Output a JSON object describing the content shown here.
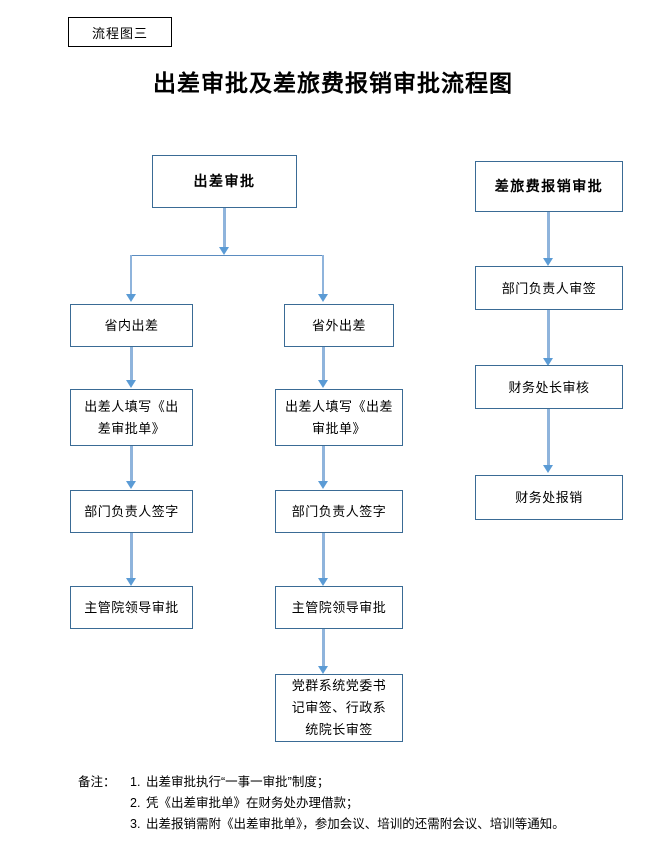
{
  "tag": {
    "label": "流程图三"
  },
  "title": "出差审批及差旅费报销审批流程图",
  "columns": {
    "travel_approval": {
      "header": "出差审批",
      "branch_left": {
        "nodes": [
          "省内出差",
          "出差人填写《出差审批单》",
          "部门负责人签字",
          "主管院领导审批"
        ]
      },
      "branch_right": {
        "nodes": [
          "省外出差",
          "出差人填写《出差审批单》",
          "部门负责人签字",
          "主管院领导审批",
          "党群系统党委书记审签、行政系统院长审签"
        ]
      }
    },
    "reimbursement_approval": {
      "header": "差旅费报销审批",
      "nodes": [
        "部门负责人审签",
        "财务处长审核",
        "财务处报销"
      ]
    }
  },
  "node_text": {
    "travel_in_province": "省内出差",
    "travel_out_province": "省外出差",
    "fill_form_left_line1": "出差人填写《出",
    "fill_form_left_line2": "差审批单》",
    "fill_form_right_line1": "出差人填写《出差",
    "fill_form_right_line2": "审批单》",
    "dept_head_sign_left": "部门负责人签字",
    "dept_head_sign_right": "部门负责人签字",
    "leader_approve_left": "主管院领导审批",
    "leader_approve_right": "主管院领导审批",
    "party_line1": "党群系统党委书",
    "party_line2": "记审签、行政系",
    "party_line3": "统院长审签",
    "dept_head_review": "部门负责人审签",
    "finance_director_review": "财务处长审核",
    "finance_reimburse": "财务处报销"
  },
  "notes": {
    "label": "备注：",
    "items": [
      {
        "num": "1.",
        "text": "出差审批执行“一事一审批”制度；"
      },
      {
        "num": "2.",
        "text": "凭《出差审批单》在财务处办理借款；"
      },
      {
        "num": "3.",
        "text": "出差报销需附《出差审批单》，参加会议、培训的还需附会议、培训等通知。"
      }
    ]
  },
  "colors": {
    "box_border": "#3A6B95",
    "connector": "#8FB4DC",
    "connector_line": "#5B8CC0",
    "arrow": "#5B9BD5",
    "tag_border": "#000000",
    "text": "#000000",
    "background": "#ffffff"
  }
}
